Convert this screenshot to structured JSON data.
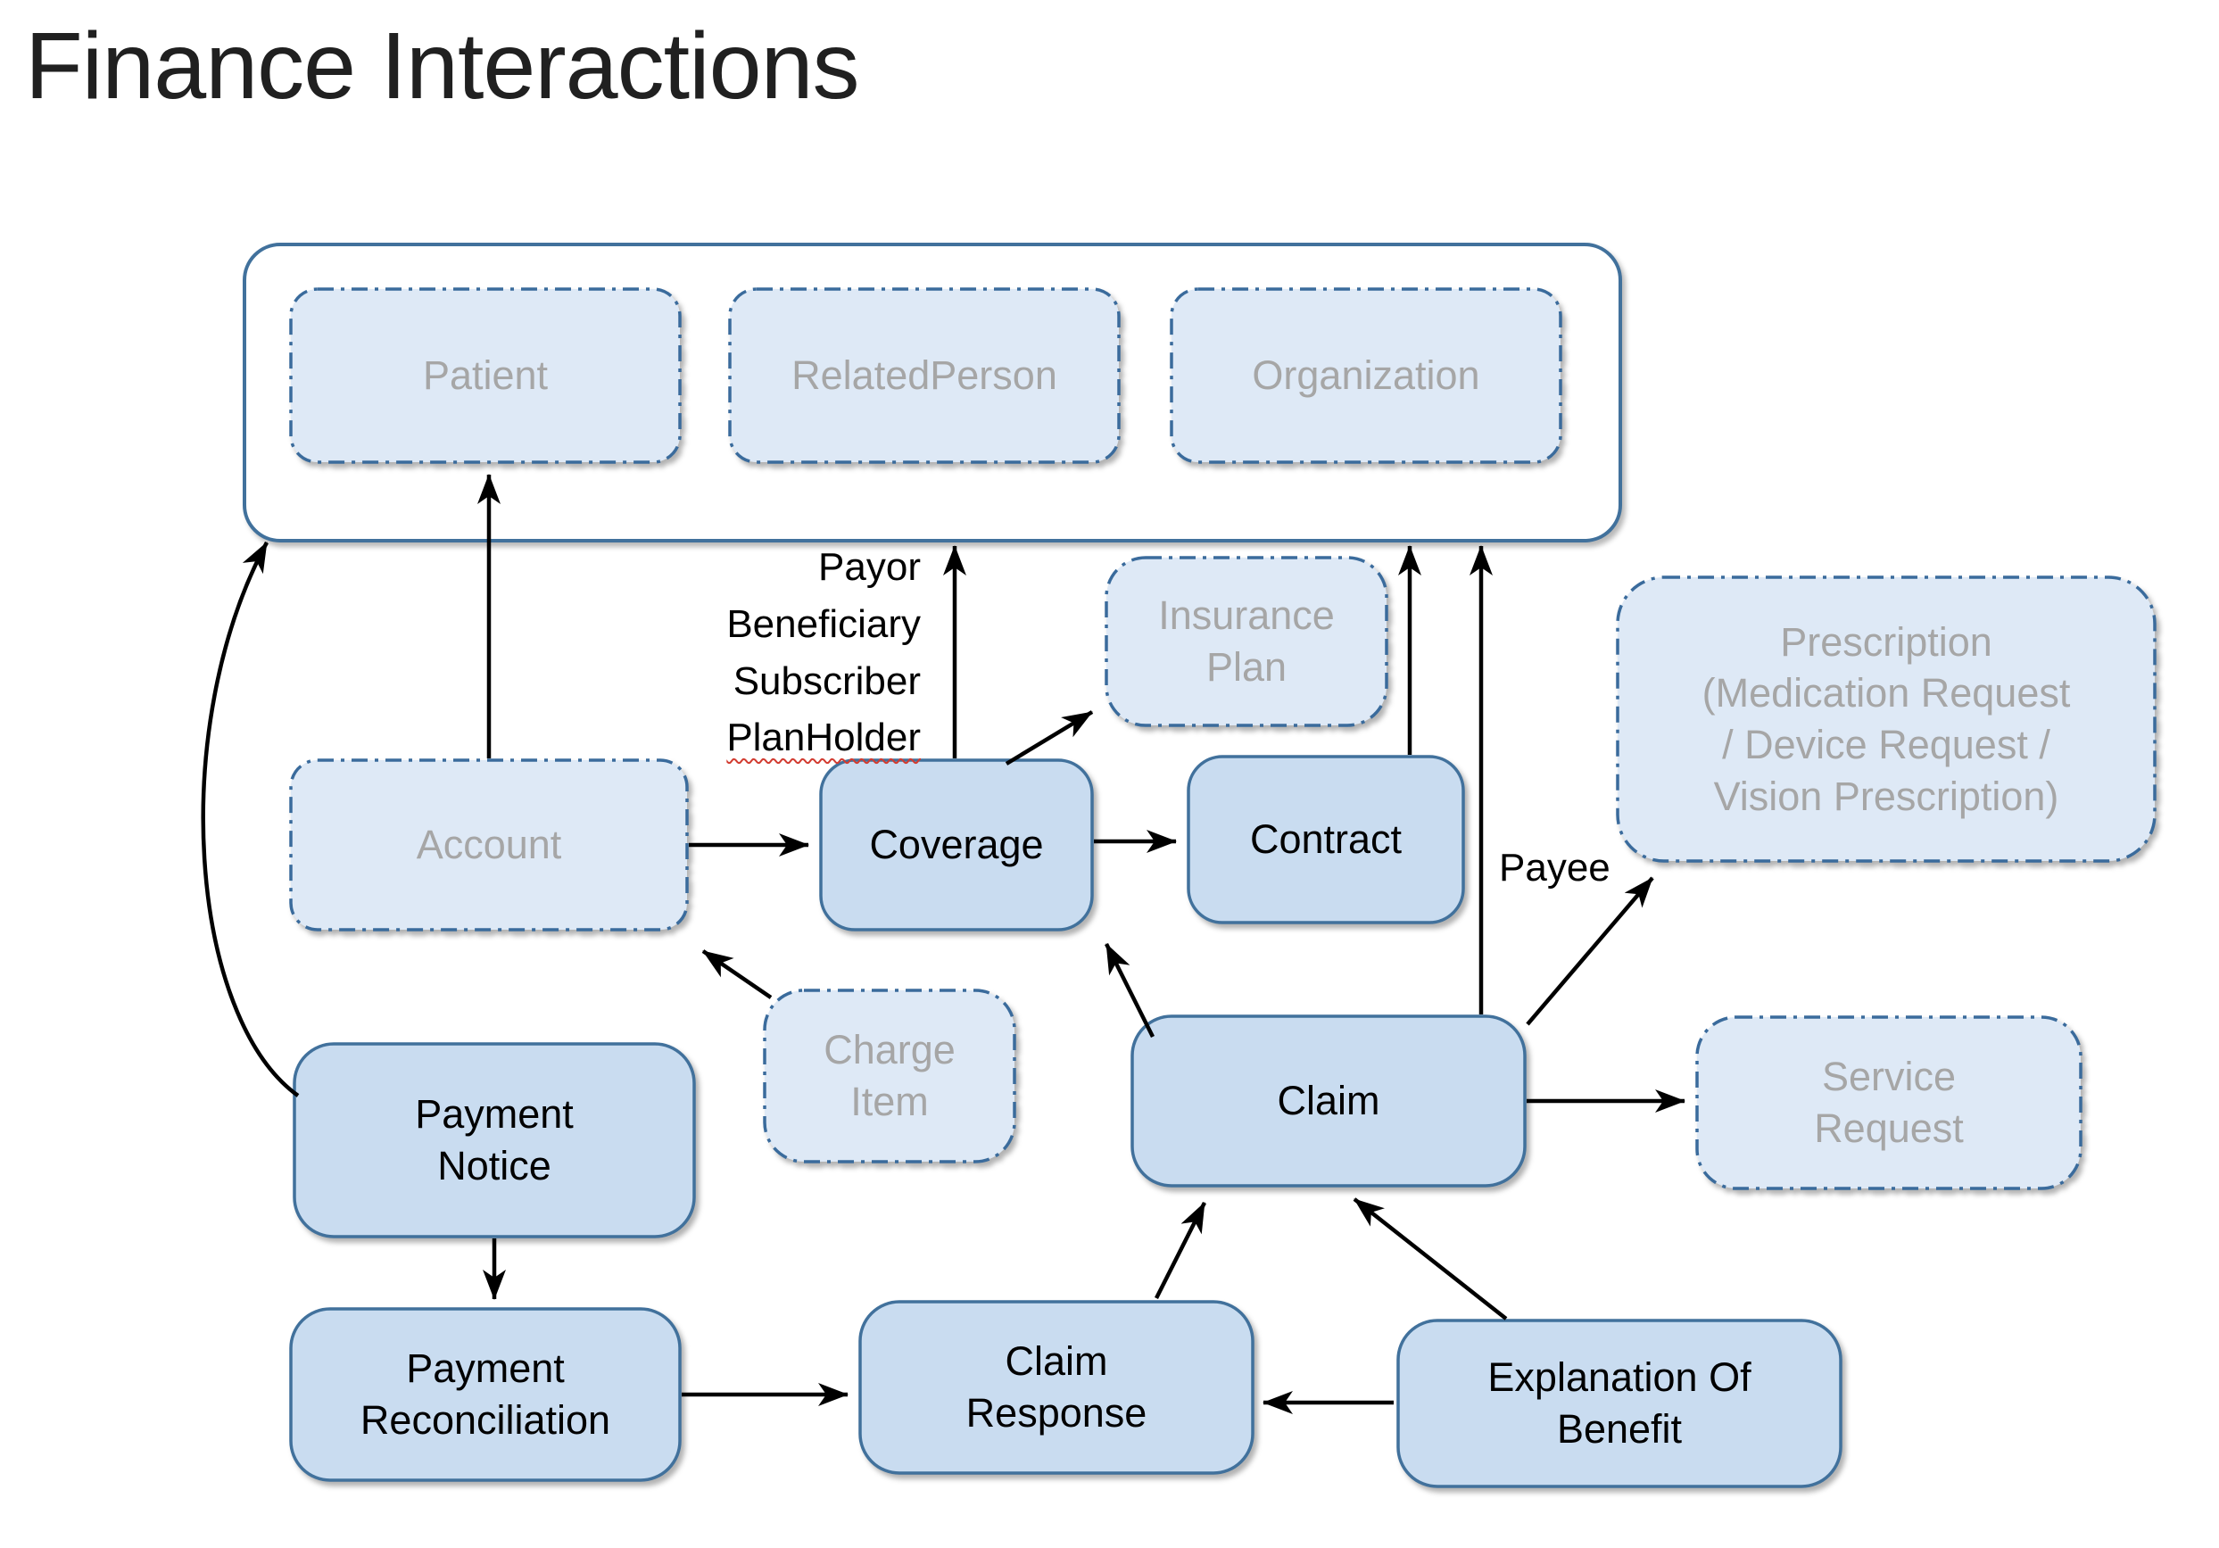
{
  "title": "Finance Interactions",
  "colors": {
    "solid_box_fill": "#C9DCF0",
    "dashed_box_fill": "#DEE9F6",
    "box_border_blue": "#41719C",
    "muted_text_gray": "#A6A6A6",
    "arrow_black": "#000000",
    "spellcheck_red": "#d23b30"
  },
  "nodes": {
    "patient": {
      "label": "Patient",
      "style": "dashed"
    },
    "related_person": {
      "label": "RelatedPerson",
      "style": "dashed"
    },
    "organization": {
      "label": "Organization",
      "style": "dashed"
    },
    "insurance_plan": {
      "lines": [
        "Insurance",
        "Plan"
      ],
      "style": "dashed"
    },
    "prescription": {
      "lines": [
        "Prescription",
        "(Medication Request",
        "/ Device Request /",
        "Vision Prescription)"
      ],
      "style": "dashed"
    },
    "account": {
      "label": "Account",
      "style": "dashed"
    },
    "coverage": {
      "label": "Coverage",
      "style": "solid"
    },
    "contract": {
      "label": "Contract",
      "style": "solid"
    },
    "charge_item": {
      "lines": [
        "Charge",
        "Item"
      ],
      "style": "dashed"
    },
    "claim": {
      "label": "Claim",
      "style": "solid"
    },
    "service_request": {
      "lines": [
        "Service",
        "Request"
      ],
      "style": "dashed"
    },
    "payment_notice": {
      "lines": [
        "Payment",
        "Notice"
      ],
      "style": "solid"
    },
    "payment_reconciliation": {
      "lines": [
        "Payment",
        "Reconciliation"
      ],
      "style": "solid"
    },
    "claim_response": {
      "lines": [
        "Claim",
        "Response"
      ],
      "style": "solid"
    },
    "explanation_of_benefit": {
      "lines": [
        "Explanation Of",
        "Benefit"
      ],
      "style": "solid"
    }
  },
  "edge_labels": {
    "coverage_roles": [
      "Payor",
      "Beneficiary",
      "Subscriber",
      "PlanHolder"
    ],
    "payee": "Payee"
  }
}
